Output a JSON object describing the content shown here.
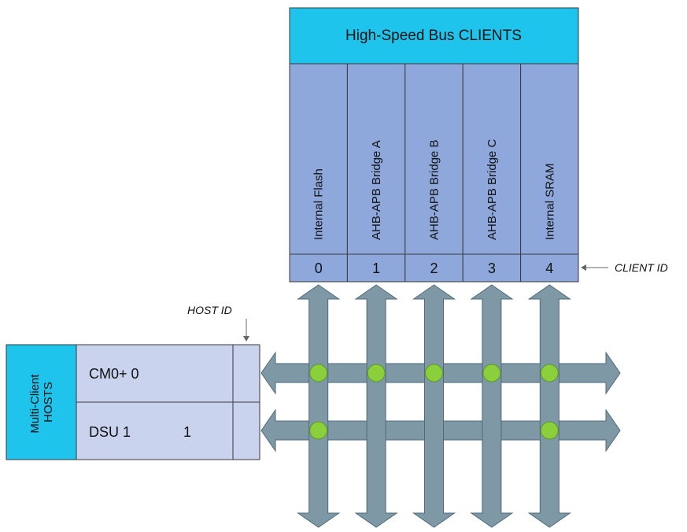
{
  "clients": {
    "header": "High-Speed Bus CLIENTS",
    "columns": [
      {
        "name": "Internal Flash",
        "id": "0"
      },
      {
        "name": "AHB-APB Bridge A",
        "id": "1"
      },
      {
        "name": "AHB-APB Bridge B",
        "id": "2"
      },
      {
        "name": "AHB-APB Bridge C",
        "id": "3"
      },
      {
        "name": "Internal SRAM",
        "id": "4"
      }
    ],
    "id_label": "CLIENT ID"
  },
  "hosts": {
    "header": "Multi-Client HOSTS",
    "header_lines": [
      "Multi-Client",
      "HOSTS"
    ],
    "rows": [
      {
        "label": "CM0+ 0",
        "extra": ""
      },
      {
        "label": "DSU 1",
        "extra": "1"
      }
    ],
    "id_label": "HOST ID"
  },
  "connections": [
    {
      "host": 0,
      "clients": [
        0,
        1,
        2,
        3,
        4
      ]
    },
    {
      "host": 1,
      "clients": [
        0,
        4
      ]
    }
  ],
  "colors": {
    "header_cyan": "#1ec4ec",
    "column_blue": "#8fa8dc",
    "host_panel": "#c9d3ee",
    "bus_arrow": "#7e98a6",
    "bus_arrow_edge": "#4f6a78",
    "node_green": "#8ccf3c",
    "node_edge": "#5a9a22"
  }
}
